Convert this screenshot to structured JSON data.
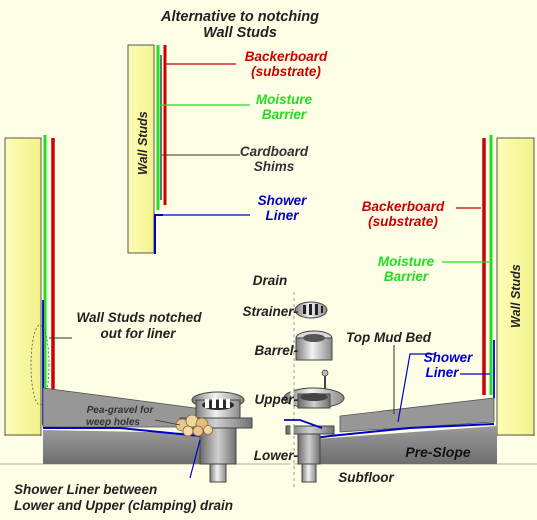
{
  "title": {
    "line1": "Alternative to notching",
    "line2": "Wall Studs"
  },
  "inset": {
    "wall_studs": "Wall Studs",
    "backerboard": {
      "line1": "Backerboard",
      "line2": "(substrate)"
    },
    "moisture_barrier": {
      "line1": "Moisture",
      "line2": "Barrier"
    },
    "cardboard_shims": {
      "line1": "Cardboard",
      "line2": "Shims"
    },
    "shower_liner": {
      "line1": "Shower",
      "line2": "Liner"
    }
  },
  "right": {
    "wall_studs": "Wall Studs",
    "backerboard": {
      "line1": "Backerboard",
      "line2": "(substrate)"
    },
    "moisture_barrier": {
      "line1": "Moisture",
      "line2": "Barrier"
    },
    "top_mud_bed": "Top Mud Bed",
    "shower_liner": {
      "line1": "Shower",
      "line2": "Liner"
    },
    "pre_slope": "Pre-Slope",
    "subfloor": "Subfloor"
  },
  "drain": {
    "heading": "Drain",
    "strainer": "Strainer-",
    "barrel": "Barrel-",
    "upper": "Upper-",
    "lower": "Lower-"
  },
  "left": {
    "notched": {
      "line1": "Wall Studs notched",
      "line2": "out for liner"
    },
    "pea_gravel": {
      "line1": "Pea-gravel for",
      "line2": "weep holes"
    },
    "liner_between": {
      "line1": "Shower Liner between",
      "line2": "Lower and Upper (clamping) drain"
    }
  },
  "colors": {
    "background": "#fefee6",
    "stud": "#ffffa0",
    "backerboard": "#cc0000",
    "moisture_barrier": "#22dd22",
    "liner": "#0000cc",
    "mortar": "#8c8c8c",
    "text_dark": "#222222"
  },
  "icons": [
    "strainer-icon",
    "barrel-icon",
    "upper-drain-icon",
    "lower-drain-icon",
    "pea-gravel-icon"
  ]
}
